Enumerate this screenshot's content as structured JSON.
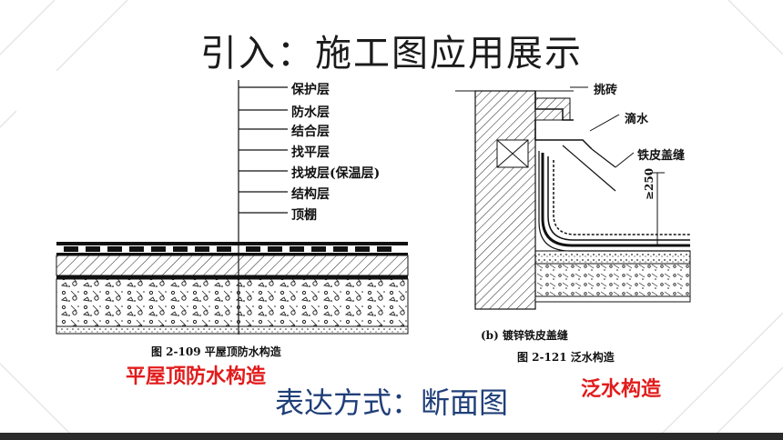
{
  "title": "引入：施工图应用展示",
  "left_figure": {
    "layers": [
      "保护层",
      "防水层",
      "结合层",
      "找平层",
      "找坡层(保温层)",
      "结构层",
      "顶棚"
    ],
    "caption": "图 2-109    平屋顶防水构造",
    "red_label": "平屋顶防水构造"
  },
  "right_figure": {
    "labels": {
      "tile": "挑砖",
      "drip": "滴水",
      "cover": "铁皮盖缝",
      "height": "≥250"
    },
    "sub_caption": "(b)    镀锌铁皮盖缝",
    "caption": "图 2-121  泛水构造",
    "red_label": "泛水构造"
  },
  "bottom_caption": "表达方式：断面图",
  "colors": {
    "accent_red": "#e21b1b",
    "caption_blue": "#1f3e78"
  }
}
